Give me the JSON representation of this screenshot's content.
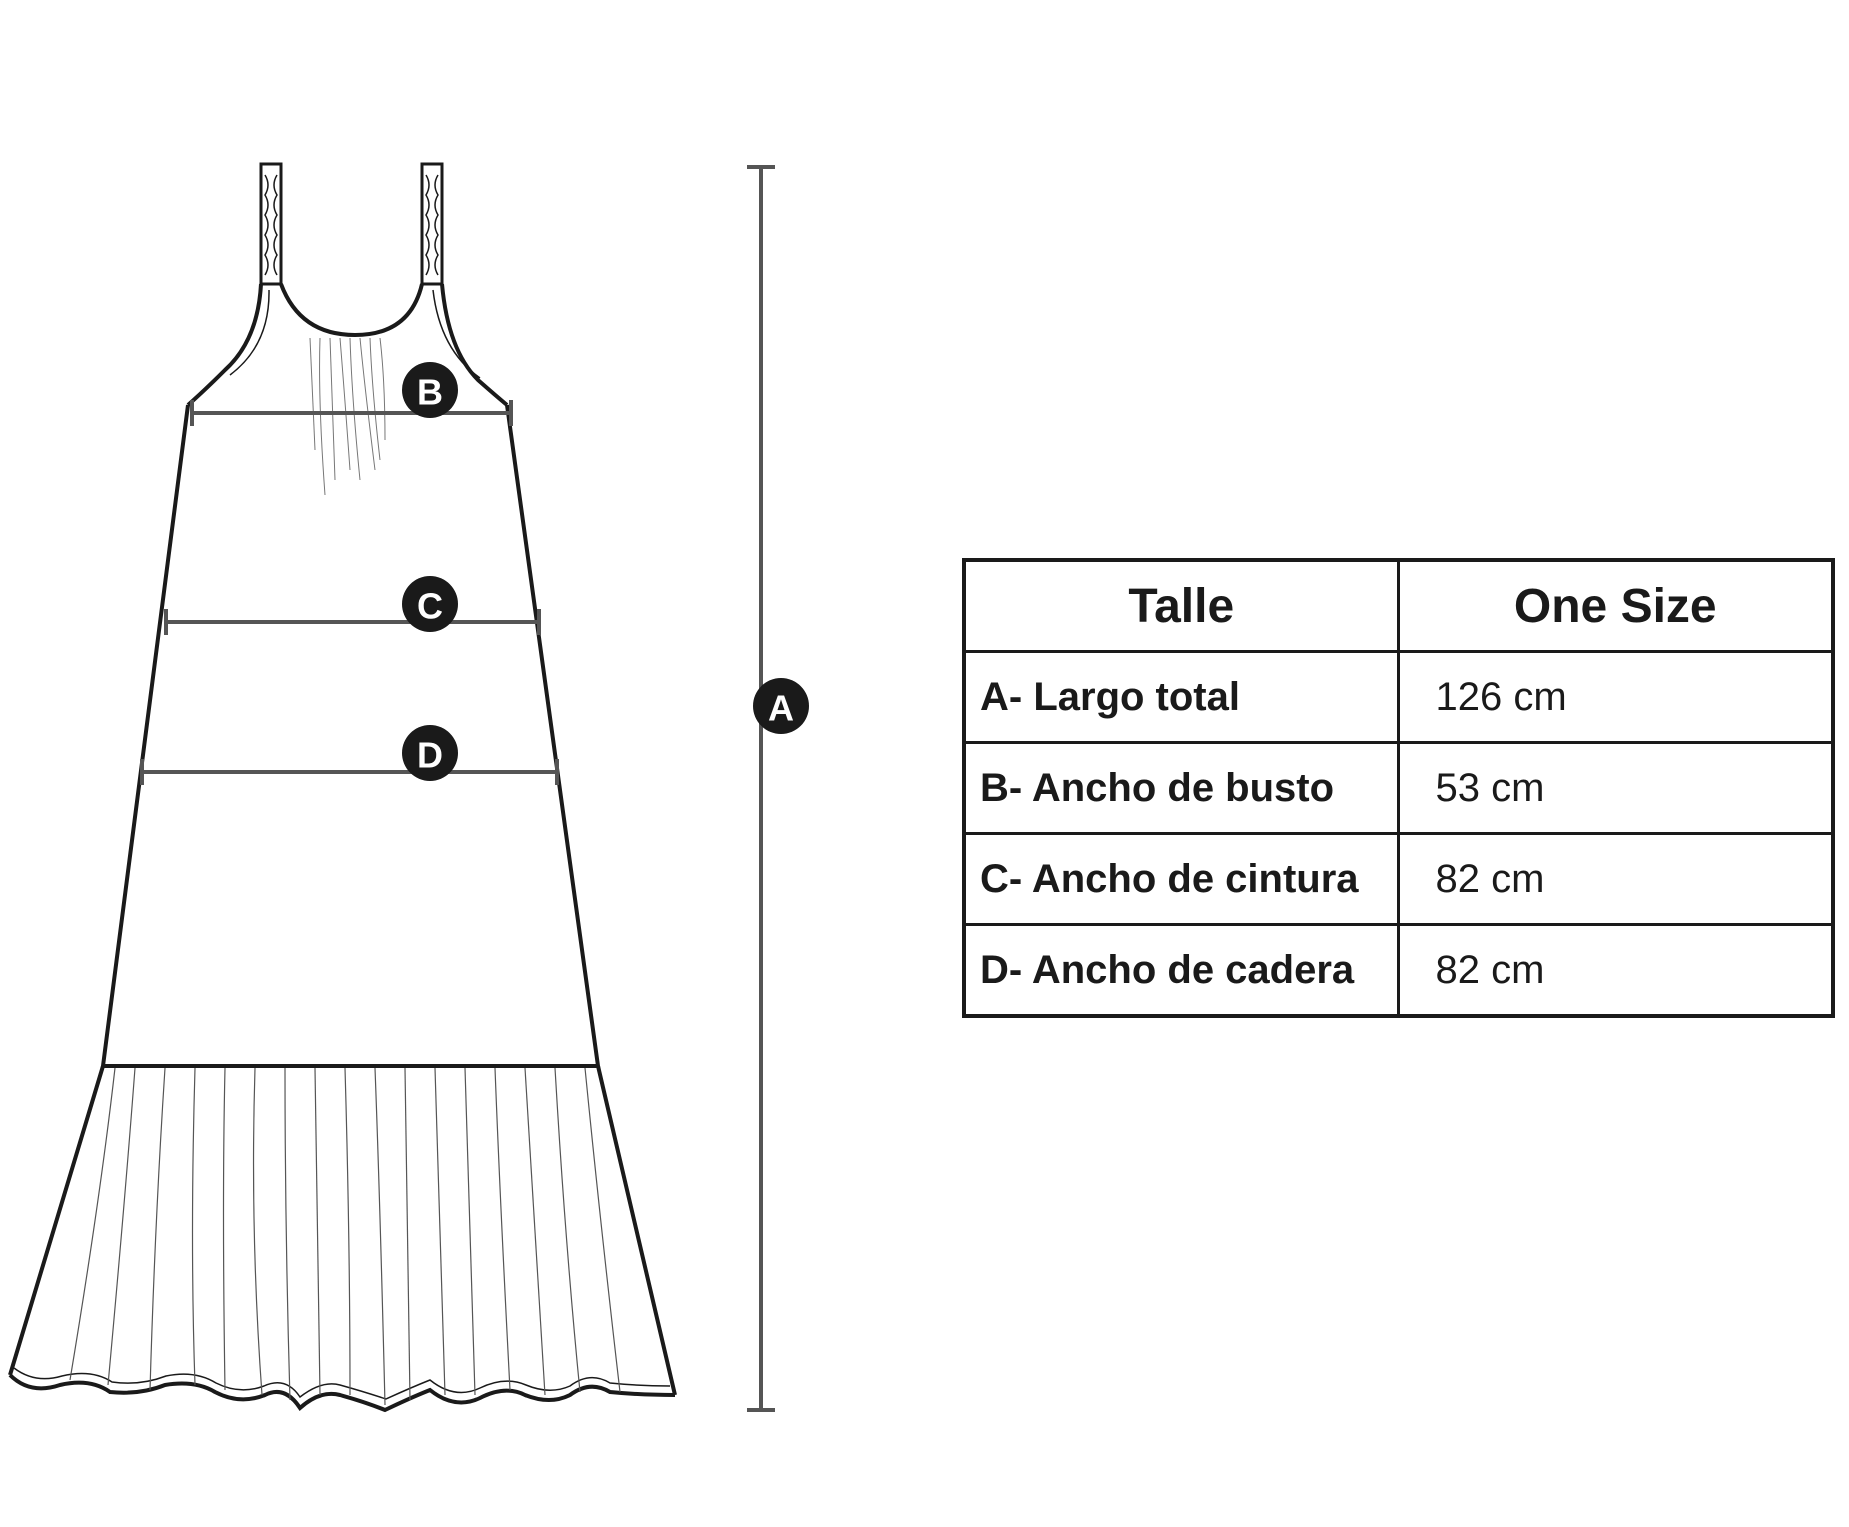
{
  "markers": {
    "a": "A",
    "b": "B",
    "c": "C",
    "d": "D"
  },
  "colors": {
    "ink": "#1a1a1a",
    "measure_line": "#555555",
    "background": "#ffffff"
  },
  "table": {
    "headers": [
      "Talle",
      "One Size"
    ],
    "rows": [
      {
        "label": "A- Largo total",
        "value": "126 cm"
      },
      {
        "label": "B- Ancho de busto",
        "value": "53 cm"
      },
      {
        "label": "C- Ancho de cintura",
        "value": "82 cm"
      },
      {
        "label": "D- Ancho de cadera",
        "value": "82 cm"
      }
    ]
  }
}
